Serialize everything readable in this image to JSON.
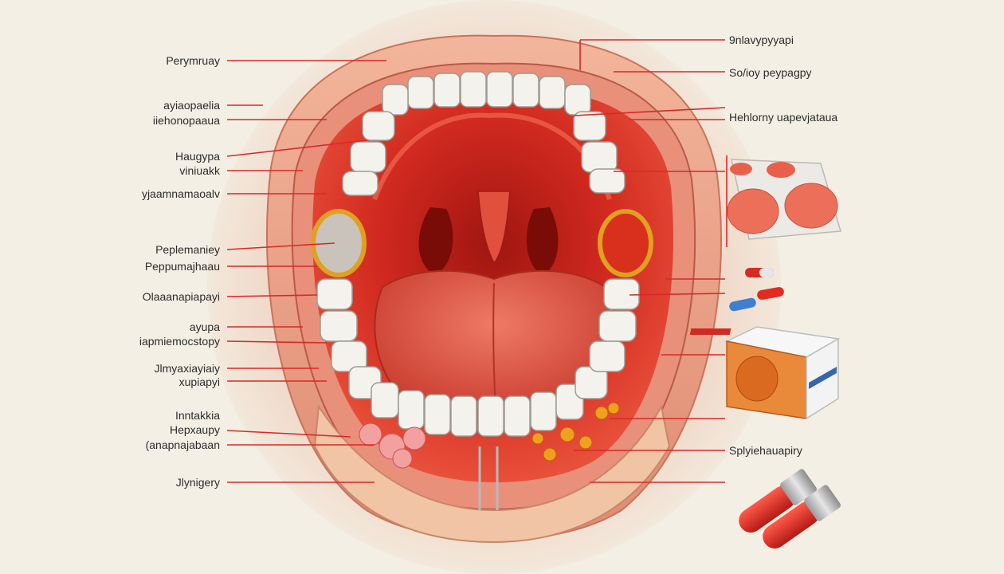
{
  "labels_left": [
    "Perymruay",
    "ayiaopaelia",
    "iiehonopaaua",
    "Haugypa",
    "viniuakk",
    "yjaamnamaoalv",
    "Peplemaniey",
    "Peppumajhaau",
    "Olaaanapiapayi",
    "ayupa",
    "iapmiemocstopy",
    "Jlmyaxiayiaiy",
    "xupiapyi",
    "Inntakkia",
    "Hepxaupy",
    "(anapnajabaan",
    "Jlynigery"
  ],
  "labels_right": [
    "9nlavypyyapi",
    "So/ioy peypagpy",
    "Hehlorny uapevjataua",
    "Splyiehauapiry"
  ],
  "colors": {
    "background": "#f3efe4",
    "leader_line": "#d92828",
    "label_text": "#2c2c2c",
    "throat": "#c81f1a",
    "tongue": "#e05a48",
    "tooth": "#f4f2ec"
  },
  "icons": [
    "tablet-blister-icon",
    "capsule-icon",
    "medicine-box-icon",
    "red-vial-icon"
  ]
}
